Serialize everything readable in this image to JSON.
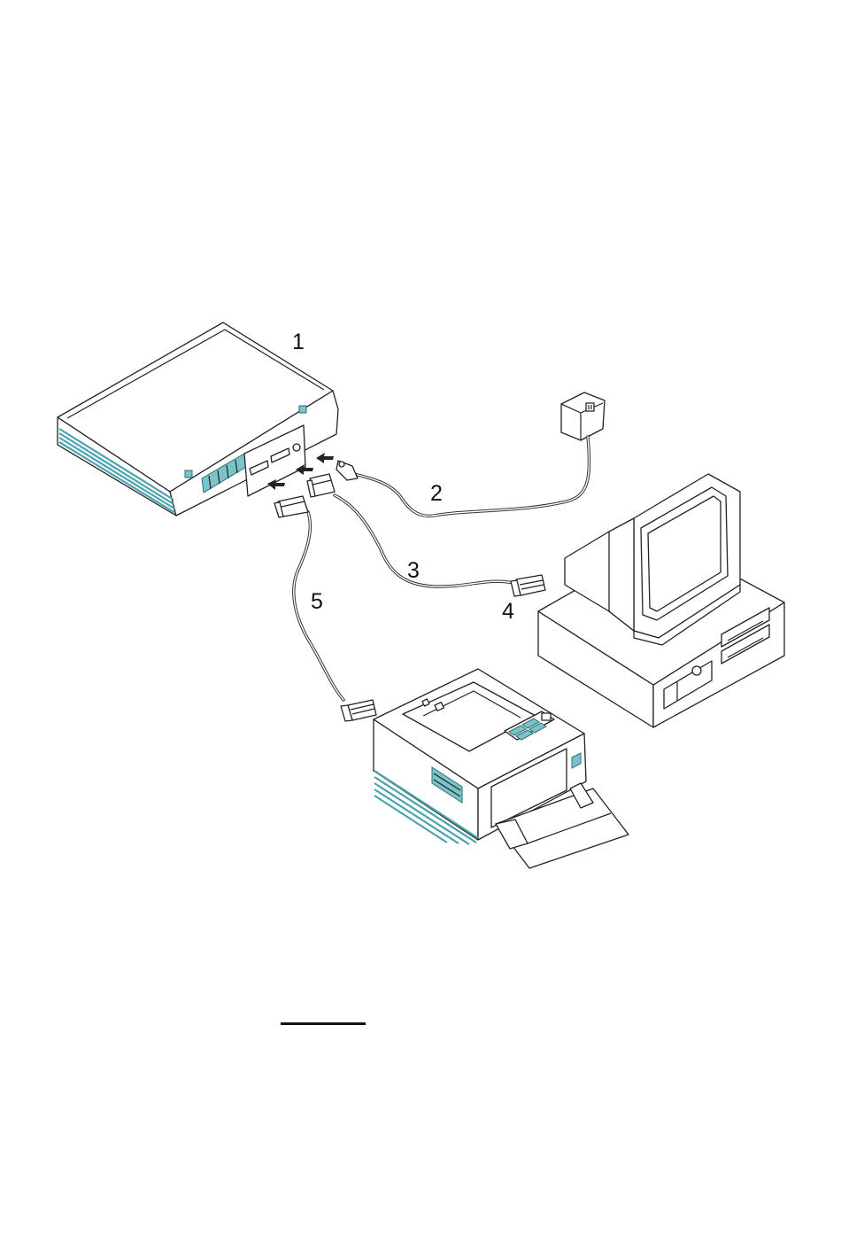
{
  "callouts": {
    "scanner": "1",
    "power_cable": "2",
    "parallel_cable": "3",
    "computer_connector": "4",
    "printer_cable": "5"
  },
  "colors": {
    "line": "#222222",
    "accent": "#4aa3ad",
    "background": "#ffffff"
  }
}
